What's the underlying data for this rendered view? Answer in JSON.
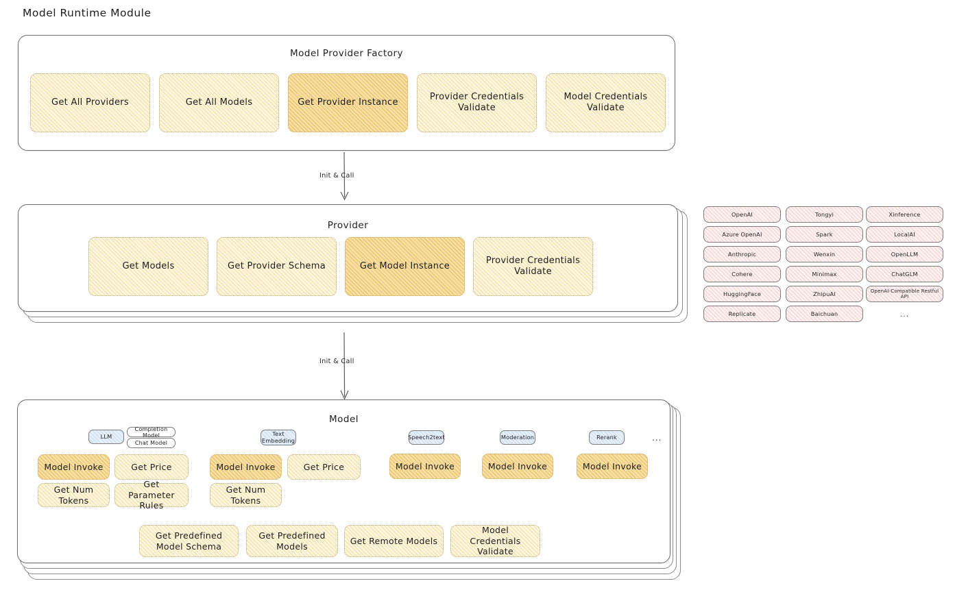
{
  "page": {
    "title": "Model Runtime Module"
  },
  "factory": {
    "title": "Model Provider Factory",
    "boxes": [
      {
        "label": "Get All Providers",
        "highlight": false
      },
      {
        "label": "Get All Models",
        "highlight": false
      },
      {
        "label": "Get Provider Instance",
        "highlight": true
      },
      {
        "label": "Provider Credentials Validate",
        "highlight": false
      },
      {
        "label": "Model Credentials Validate",
        "highlight": false
      }
    ]
  },
  "arrows": [
    {
      "label": "Init & Call"
    },
    {
      "label": "Init & Call"
    }
  ],
  "provider": {
    "title": "Provider",
    "boxes": [
      {
        "label": "Get Models",
        "highlight": false
      },
      {
        "label": "Get Provider Schema",
        "highlight": false
      },
      {
        "label": "Get Model Instance",
        "highlight": true
      },
      {
        "label": "Provider Credentials Validate",
        "highlight": false
      }
    ]
  },
  "provider_list": {
    "columns": [
      [
        "OpenAI",
        "Azure OpenAI",
        "Anthropic",
        "Cohere",
        "HuggingFace",
        "Replicate"
      ],
      [
        "Tongyi",
        "Spark",
        "Wenxin",
        "Minimax",
        "ZhipuAI",
        "Baichuan"
      ],
      [
        "Xinference",
        "LocalAI",
        "OpenLLM",
        "ChatGLM",
        "OpenAI-Compatible Restful API"
      ]
    ],
    "ellipsis": "..."
  },
  "model": {
    "title": "Model",
    "ellipsis": "...",
    "types": [
      {
        "badge": "LLM",
        "subtags": [
          "Completion Model",
          "Chat Model"
        ],
        "ops": [
          {
            "label": "Model Invoke",
            "highlight": true
          },
          {
            "label": "Get Price",
            "highlight": false
          },
          {
            "label": "Get Num Tokens",
            "highlight": false
          },
          {
            "label": "Get Parameter Rules",
            "highlight": false
          }
        ]
      },
      {
        "badge": "Text Embedding",
        "subtags": [],
        "ops": [
          {
            "label": "Model Invoke",
            "highlight": true
          },
          {
            "label": "Get Price",
            "highlight": false
          },
          {
            "label": "Get Num Tokens",
            "highlight": false
          }
        ]
      },
      {
        "badge": "Speech2text",
        "subtags": [],
        "ops": [
          {
            "label": "Model Invoke",
            "highlight": true
          }
        ]
      },
      {
        "badge": "Moderation",
        "subtags": [],
        "ops": [
          {
            "label": "Model Invoke",
            "highlight": true
          }
        ]
      },
      {
        "badge": "Rerank",
        "subtags": [],
        "ops": [
          {
            "label": "Model Invoke",
            "highlight": true
          }
        ]
      }
    ],
    "common_ops": [
      {
        "label": "Get Predefined Model Schema"
      },
      {
        "label": "Get Predefined Models"
      },
      {
        "label": "Get Remote Models"
      },
      {
        "label": "Model Credentials Validate"
      }
    ]
  },
  "colors": {
    "hatch_light": "#fdf6de",
    "hatch_strong": "#f7dfa4",
    "tag_pink": "#fcf0f0",
    "tag_blue": "#e6f0fa",
    "stroke": "#6d6d6d",
    "text": "#1e1e1e"
  }
}
